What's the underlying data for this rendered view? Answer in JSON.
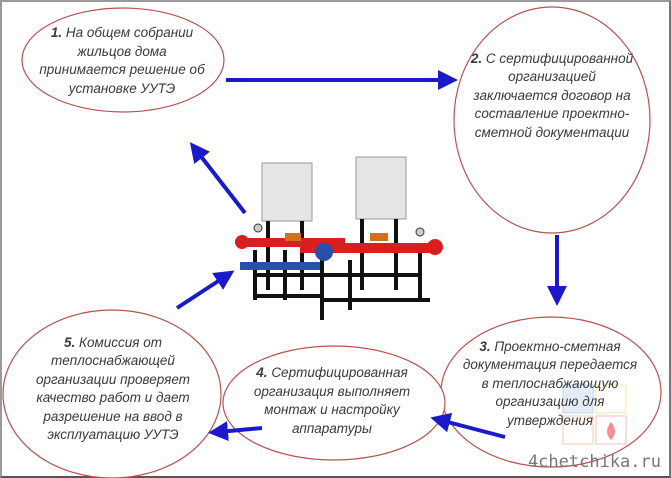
{
  "steps": [
    {
      "num": "1.",
      "text": "На общем собрании жильцов дома принимается решение об установке УУТЭ"
    },
    {
      "num": "2.",
      "text": "С сертифицированной организацией заключается договор на составление проектно-сметной документации"
    },
    {
      "num": "3.",
      "text": "Проектно-сметная документация передается в теплоснабжающую организацию для утверждения"
    },
    {
      "num": "4.",
      "text": "Сертифицированная организация выполняет монтаж и настройку аппаратуры"
    },
    {
      "num": "5.",
      "text": "Комиссия от теплоснабжающей организации проверяет качество работ и дает разрешение на ввод в эксплуатацию УУТЭ"
    }
  ],
  "watermark": "4chetchika.ru",
  "colors": {
    "ellipse_border": "#b5534f",
    "arrow": "#1a1acc",
    "pipe_red": "#d81e1e",
    "pipe_blue": "#2a4fa8"
  }
}
